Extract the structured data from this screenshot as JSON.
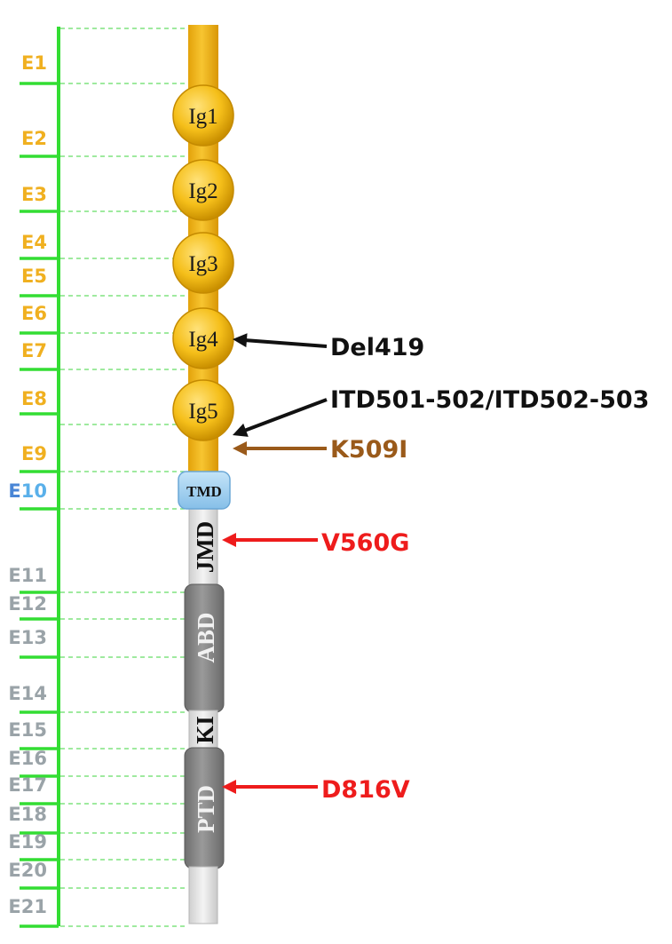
{
  "colors": {
    "scale_line": "#33dd33",
    "dash_line": "#66dd66",
    "exon_extracellular": "#f0b020",
    "exon_transmembrane": "#3f94df",
    "exon_intracellular": "#9aa3a8",
    "protein_gold": "#f2b618",
    "ig_fill": "#f7c31c",
    "tmd_fill": "#9fcff0",
    "jmd_fill": "#e6e6e6",
    "kinase_gray": "#8b8b8b",
    "tail_fill": "#ececec",
    "arrow_black": "#111111",
    "arrow_brown": "#9a5a1a",
    "arrow_red": "#ee1c1c"
  },
  "exons": [
    {
      "label": "E1",
      "group": "extracellular"
    },
    {
      "label": "E2",
      "group": "extracellular"
    },
    {
      "label": "E3",
      "group": "extracellular"
    },
    {
      "label": "E4",
      "group": "extracellular"
    },
    {
      "label": "E5",
      "group": "extracellular"
    },
    {
      "label": "E6",
      "group": "extracellular"
    },
    {
      "label": "E7",
      "group": "extracellular"
    },
    {
      "label": "E8",
      "group": "extracellular"
    },
    {
      "label": "E9",
      "group": "extracellular"
    },
    {
      "label": "E10",
      "group": "transmembrane"
    },
    {
      "label": "E11",
      "group": "intracellular"
    },
    {
      "label": "E12",
      "group": "intracellular"
    },
    {
      "label": "E13",
      "group": "intracellular"
    },
    {
      "label": "E14",
      "group": "intracellular"
    },
    {
      "label": "E15",
      "group": "intracellular"
    },
    {
      "label": "E16",
      "group": "intracellular"
    },
    {
      "label": "E17",
      "group": "intracellular"
    },
    {
      "label": "E18",
      "group": "intracellular"
    },
    {
      "label": "E19",
      "group": "intracellular"
    },
    {
      "label": "E20",
      "group": "intracellular"
    },
    {
      "label": "E21",
      "group": "intracellular"
    }
  ],
  "domains": {
    "ig": [
      "Ig1",
      "Ig2",
      "Ig3",
      "Ig4",
      "Ig5"
    ],
    "tmd": "TMD",
    "jmd": "JMD",
    "abd": "ABD",
    "ki": "KI",
    "ptd": "PTD"
  },
  "mutations": [
    {
      "label": "Del419",
      "color": "arrow_black"
    },
    {
      "label": "ITD501-502/ITD502-503",
      "color": "arrow_black"
    },
    {
      "label": "K509I",
      "color": "arrow_brown"
    },
    {
      "label": "V560G",
      "color": "arrow_red"
    },
    {
      "label": "D816V",
      "color": "arrow_red"
    }
  ]
}
